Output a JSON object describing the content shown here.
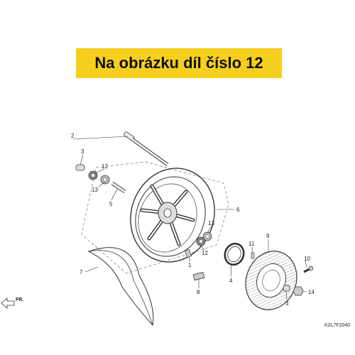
{
  "banner": {
    "text": "Na obrázku díl číslo 12",
    "color": "#f5cf1d"
  },
  "diagram_code": "K2L7F2040",
  "direction_label": "FR.",
  "callouts": [
    {
      "id": "c2",
      "text": "2"
    },
    {
      "id": "c3a",
      "text": "3"
    },
    {
      "id": "c12a",
      "text": "12"
    },
    {
      "id": "c13a",
      "text": "13"
    },
    {
      "id": "c5",
      "text": "5"
    },
    {
      "id": "c6",
      "text": "6"
    },
    {
      "id": "c13b",
      "text": "13"
    },
    {
      "id": "c12b",
      "text": "12"
    },
    {
      "id": "c11",
      "text": "11"
    },
    {
      "id": "c1",
      "text": "1"
    },
    {
      "id": "c4",
      "text": "4"
    },
    {
      "id": "c9",
      "text": "9"
    },
    {
      "id": "c10",
      "text": "10"
    },
    {
      "id": "c7",
      "text": "7"
    },
    {
      "id": "c8",
      "text": "8"
    },
    {
      "id": "c3b",
      "text": "3"
    },
    {
      "id": "c14",
      "text": "14"
    }
  ]
}
